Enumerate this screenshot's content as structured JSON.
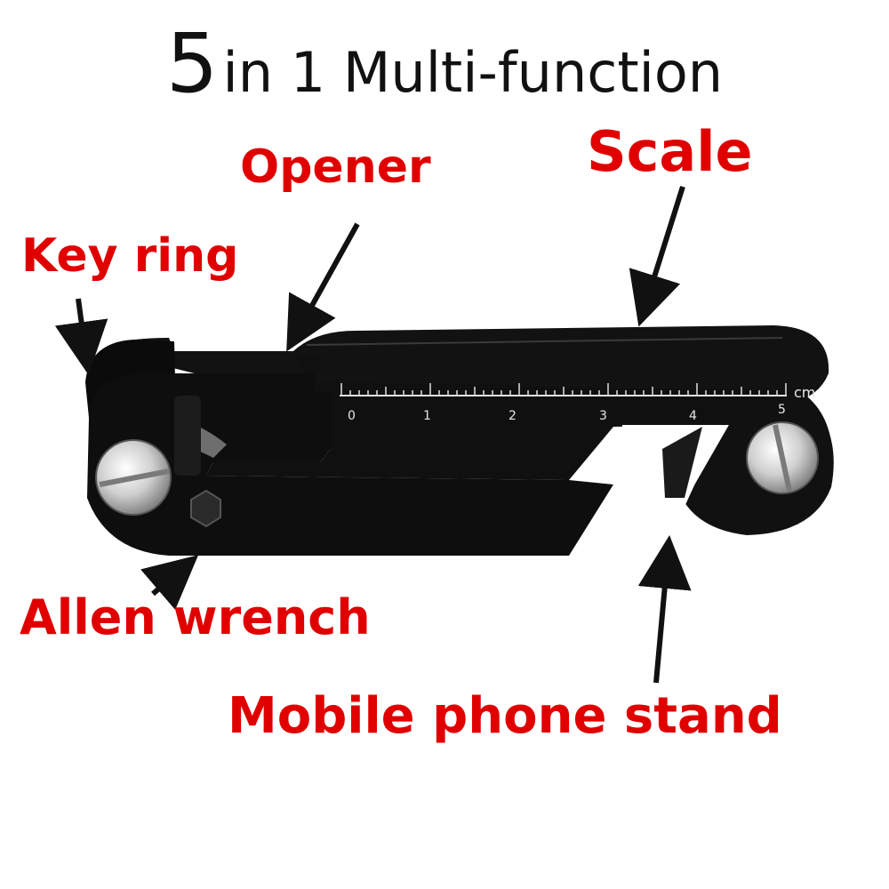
{
  "title": {
    "number": "5",
    "text": "in 1 Multi-function"
  },
  "labels": {
    "opener": "Opener",
    "scale": "Scale",
    "key_ring": "Key ring",
    "allen_wrench": "Allen wrench",
    "mobile_phone_stand": "Mobile phone stand"
  },
  "ruler": {
    "unit": "cm",
    "numbers": [
      "0",
      "1",
      "2",
      "3",
      "4",
      "5"
    ]
  },
  "colors": {
    "label": "#e00000",
    "title": "#111111",
    "tool": "#0d0d0d"
  }
}
